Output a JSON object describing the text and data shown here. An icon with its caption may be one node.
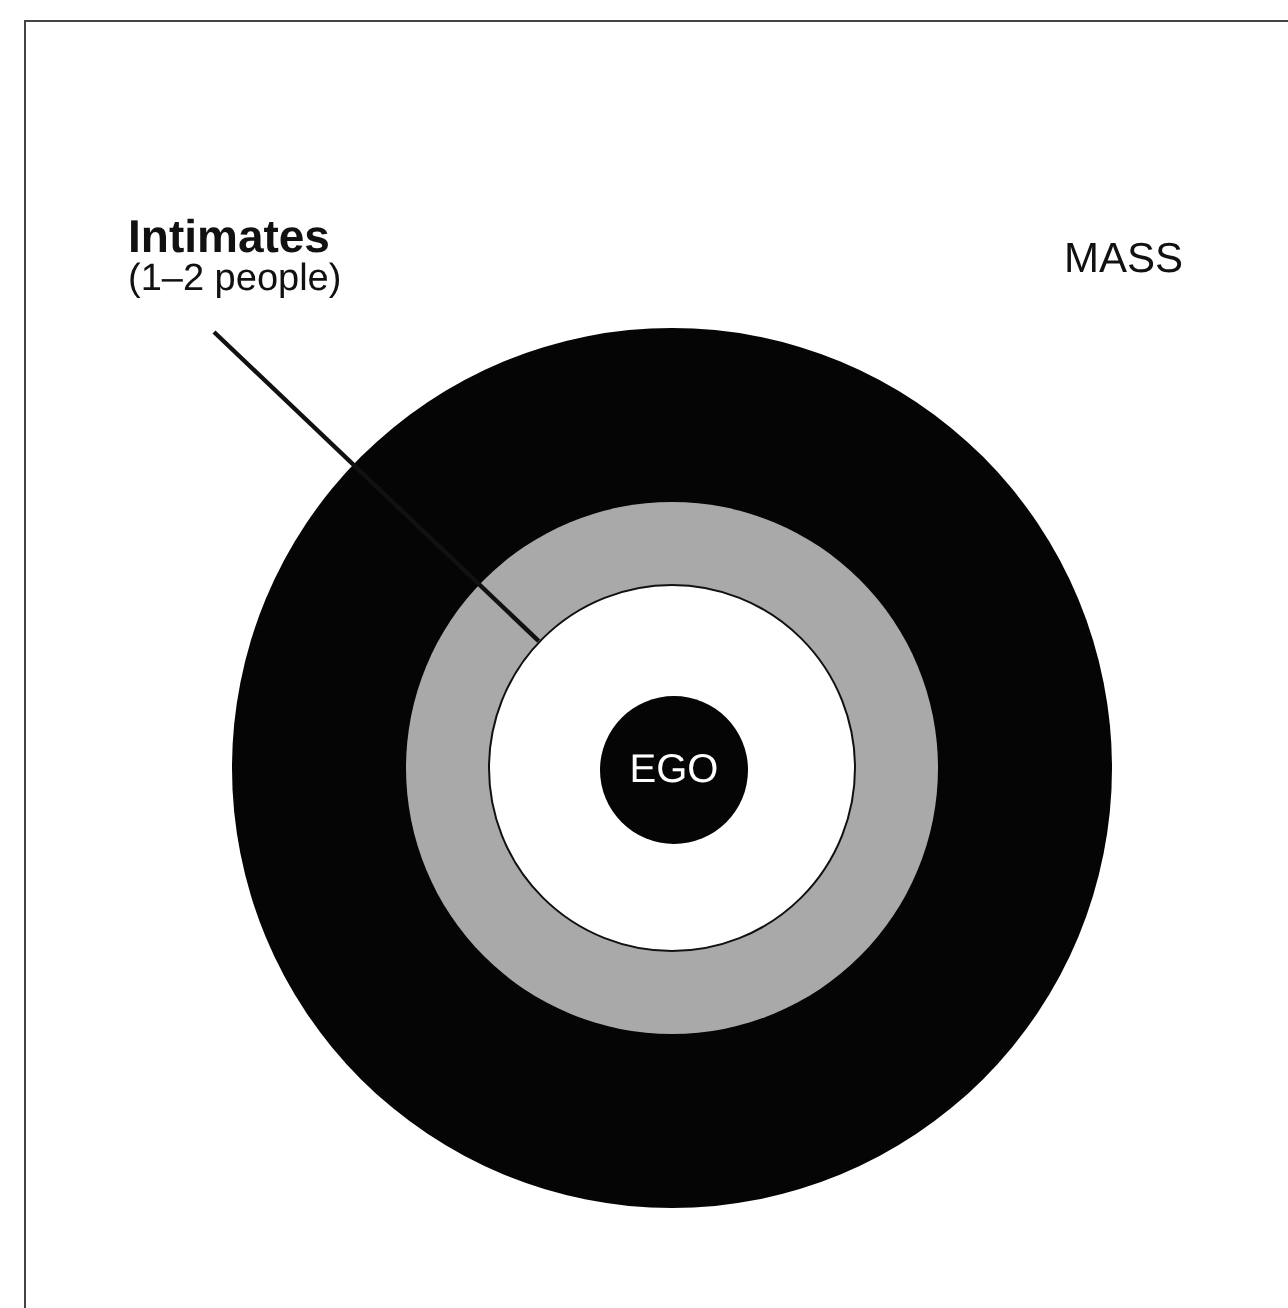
{
  "diagram": {
    "nodes": [
      {
        "text": [
          "Intimates",
          "(1–2 people)"
        ]
      },
      {
        "text": [],
        "shape": "circle"
      },
      {
        "text": [],
        "shape": "circle",
        "in": 1
      },
      {
        "text": [],
        "shape": "circle",
        "in": 2
      },
      {
        "text": [
          "EGO"
        ],
        "in": 3
      }
    ],
    "edges": [
      {
        "from": 0,
        "to": 3,
        "arrow": "none"
      }
    ],
    "labels": [
      "MASS"
    ]
  }
}
